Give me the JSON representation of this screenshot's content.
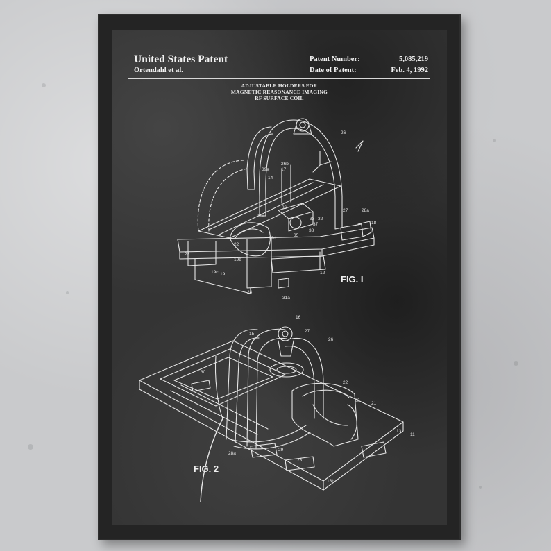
{
  "patent": {
    "header_title": "United States Patent",
    "inventor": "Ortendahl et al.",
    "number_label": "Patent Number:",
    "number_value": "5,085,219",
    "date_label": "Date of Patent:",
    "date_value": "Feb. 4, 1992",
    "title_lines": [
      "ADJUSTABLE HOLDERS FOR",
      "MAGNETIC REASONANCE IMAGING",
      "RF SURFACE COIL"
    ]
  },
  "figures": {
    "fig1_label": "FIG. I",
    "fig2_label": "FIG. 2"
  },
  "fig1_callouts": [
    "26",
    "26b",
    "17",
    "39a",
    "14",
    "36",
    "19i",
    "33",
    "32",
    "37",
    "38",
    "27",
    "28a",
    "18",
    "22",
    "19d",
    "35",
    "23",
    "19b",
    "19c",
    "19",
    "12",
    "24",
    "31a"
  ],
  "fig2_callouts": [
    "16",
    "27",
    "15",
    "26",
    "30",
    "22",
    "20",
    "21",
    "13",
    "11",
    "28a",
    "29",
    "23",
    "13b"
  ],
  "colors": {
    "frame": "#242424",
    "poster_bg": "#343434",
    "line_art": "#e6e6e6",
    "wall": "#c9cacc"
  }
}
